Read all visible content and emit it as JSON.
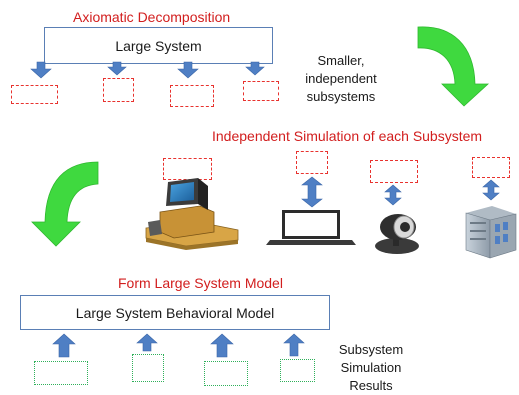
{
  "top": {
    "title": "Axiomatic Decomposition",
    "box_label": "Large System",
    "side_note": [
      "Smaller,",
      "independent",
      "subsystems"
    ]
  },
  "middle": {
    "title": "Independent Simulation of each Subsystem"
  },
  "bottom": {
    "title": "Form Large System Model",
    "box_label": "Large System Behavioral Model",
    "side_note": [
      "Subsystem",
      "Simulation",
      "Results"
    ]
  },
  "icons": [
    "desktop-computer-icon",
    "laptop-icon",
    "webcam-icon",
    "server-icon"
  ],
  "colors": {
    "title_red": "#d21e1e",
    "arrow_blue": "#4f7fc4",
    "curved_arrow_green": "#3fd93f",
    "dashed_box_red": "#e8322e",
    "dotted_box_green": "#2fb05a"
  }
}
